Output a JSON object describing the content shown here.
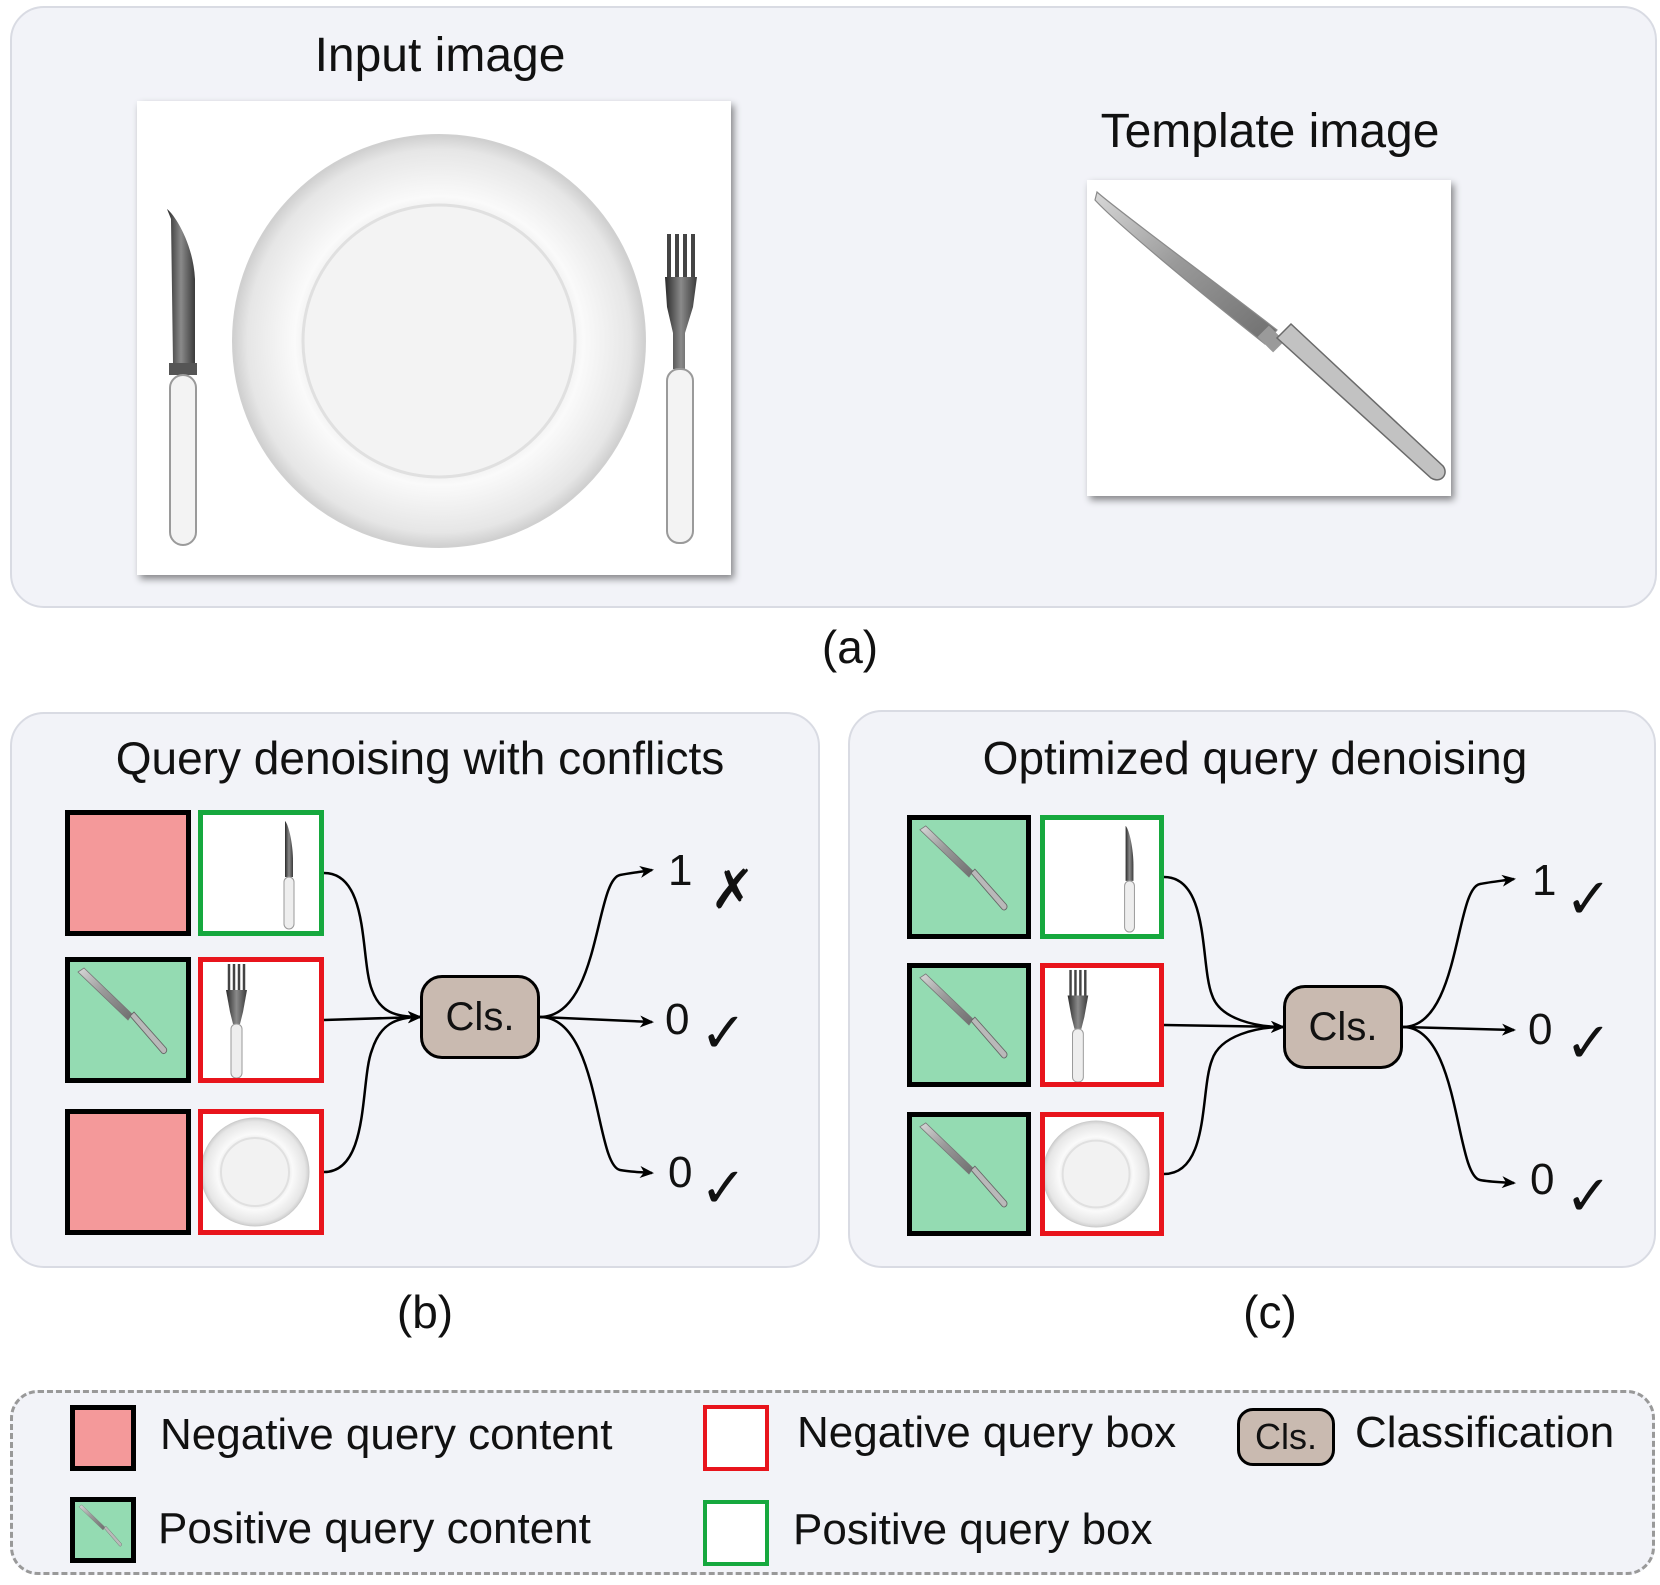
{
  "panel_a": {
    "input_title": "Input  image",
    "template_title": "Template image",
    "caption": "(a)"
  },
  "panel_b": {
    "title": "Query denoising with conflicts",
    "caption": "(b)",
    "cls_label": "Cls.",
    "outputs": [
      {
        "value": "1",
        "mark": "✗"
      },
      {
        "value": "0",
        "mark": "✓"
      },
      {
        "value": "0",
        "mark": "✓"
      }
    ]
  },
  "panel_c": {
    "title": "Optimized query denoising",
    "caption": "(c)",
    "cls_label": "Cls.",
    "outputs": [
      {
        "value": "1",
        "mark": "✓"
      },
      {
        "value": "0",
        "mark": "✓"
      },
      {
        "value": "0",
        "mark": "✓"
      }
    ]
  },
  "legend": {
    "negative_content": "Negative query content",
    "positive_content": "Positive query content",
    "negative_box": "Negative query box",
    "positive_box": "Positive query box",
    "cls_label": "Cls.",
    "classification": "Classification"
  },
  "colors": {
    "negative_content": "#f4999a",
    "positive_content": "#94dbb2",
    "negative_box": "#e8141c",
    "positive_box": "#16a83e",
    "classifier": "#c9bab0",
    "panel": "#f2f3f8"
  },
  "icons": [
    "knife-icon",
    "fork-icon",
    "plate-icon",
    "cross-mark-icon",
    "check-mark-icon"
  ]
}
